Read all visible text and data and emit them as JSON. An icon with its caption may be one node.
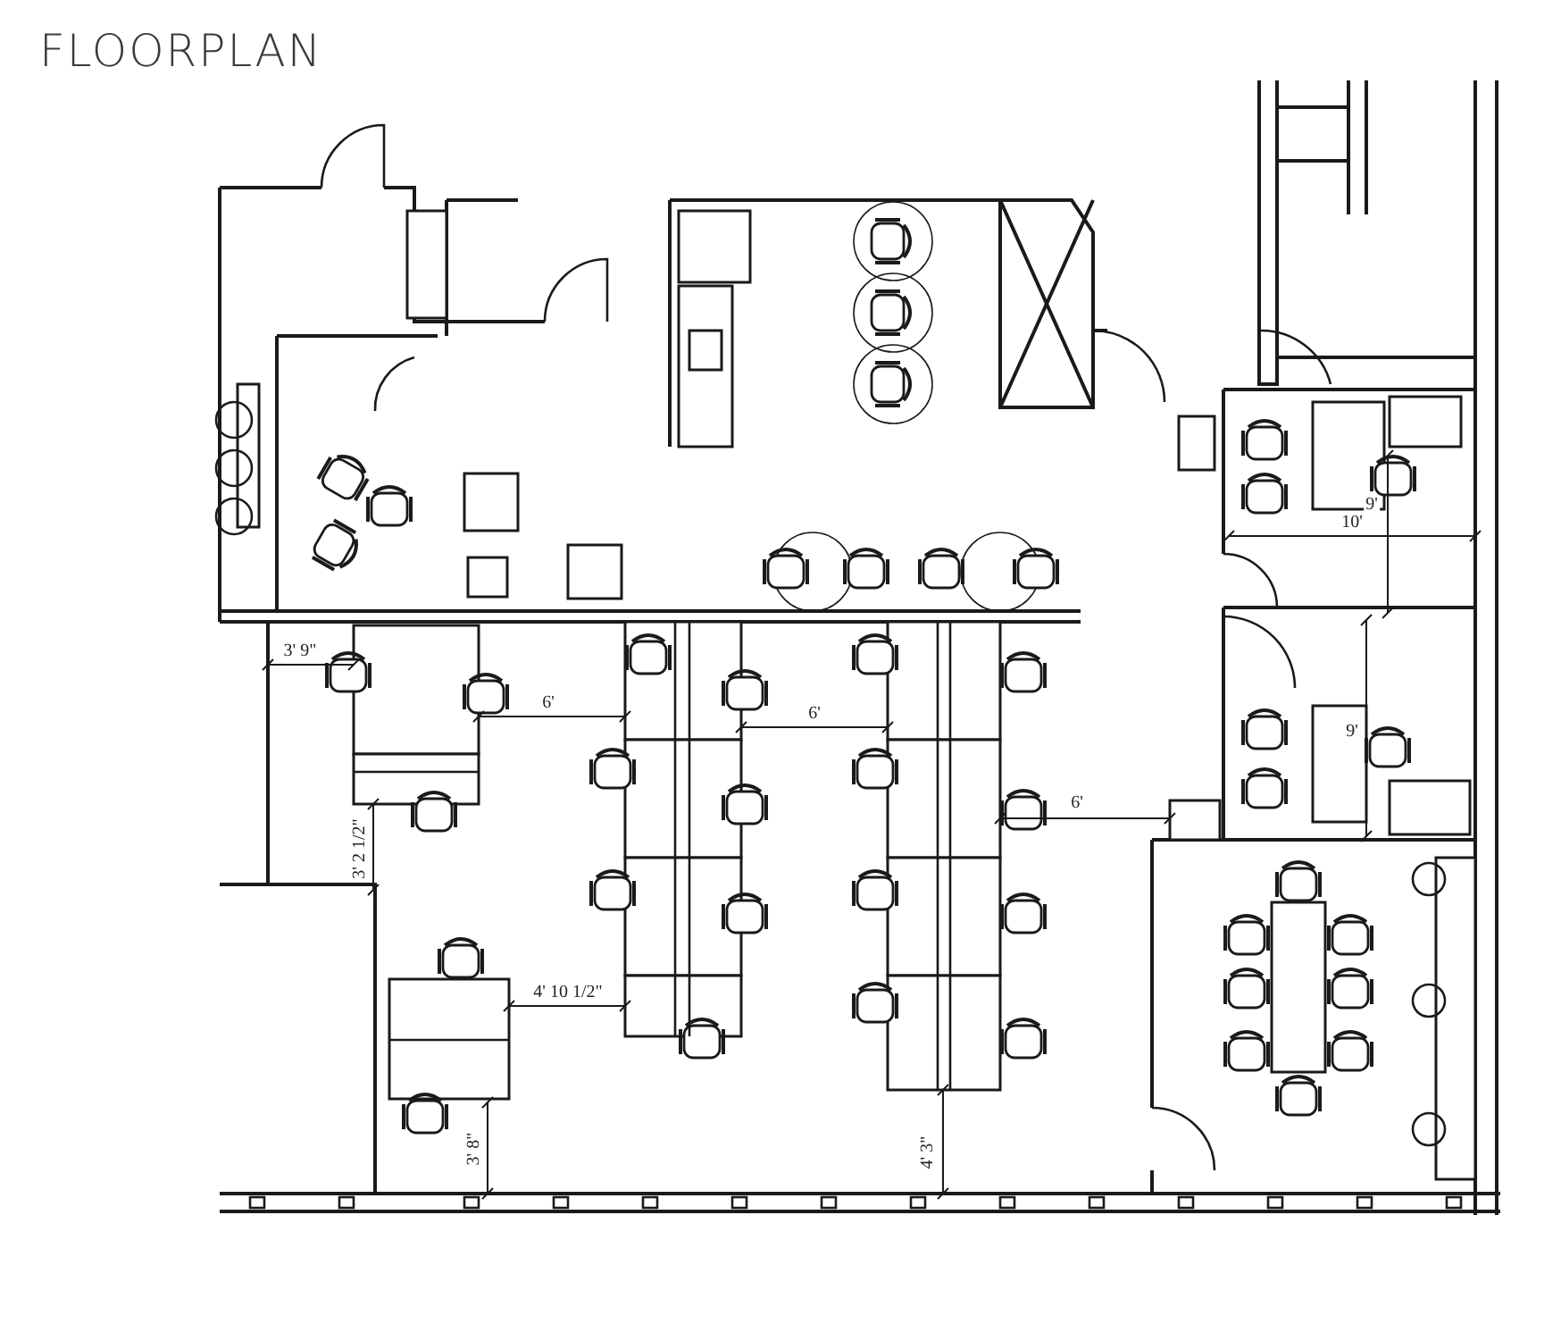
{
  "diagram": {
    "title": "FLOORPLAN",
    "labels": [
      "9'",
      "10'",
      "3' 9\"",
      "6'",
      "6'",
      "9'",
      "6'",
      "3' 2 1/2\"",
      "4' 10 1/2\"",
      "3' 8\"",
      "4' 3\""
    ]
  }
}
